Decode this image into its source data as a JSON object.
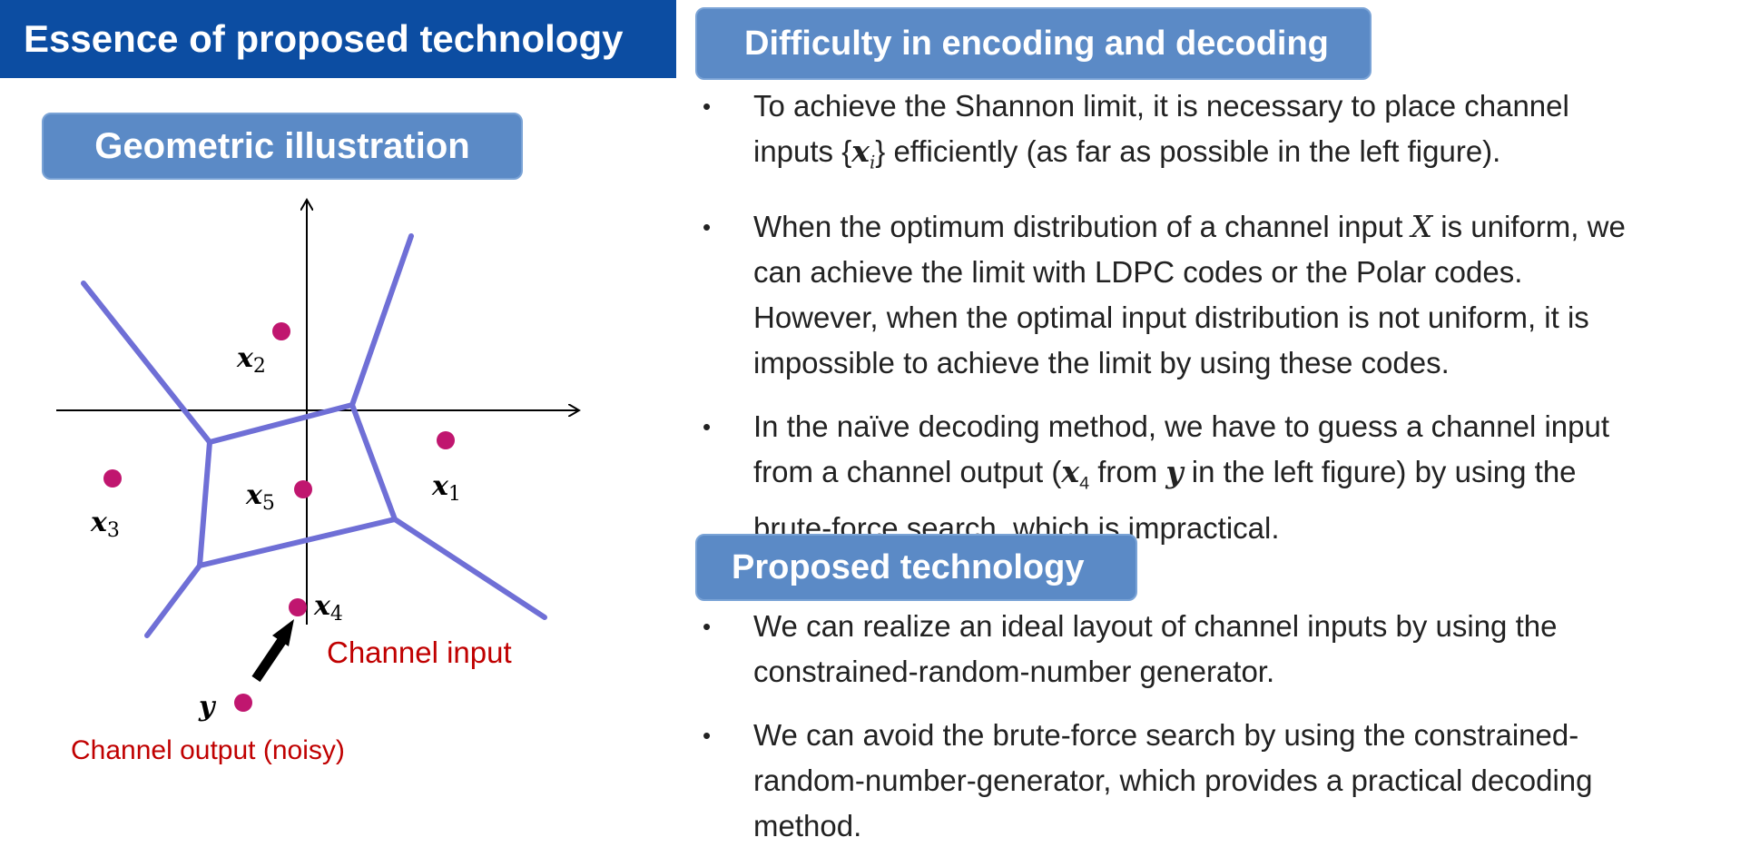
{
  "header": {
    "title": "Essence of proposed technology"
  },
  "left_panel": {
    "heading": "Geometric illustration",
    "points": {
      "x1": {
        "var": "x",
        "sub": "1"
      },
      "x2": {
        "var": "x",
        "sub": "2"
      },
      "x3": {
        "var": "x",
        "sub": "3"
      },
      "x4": {
        "var": "x",
        "sub": "4"
      },
      "x5": {
        "var": "x",
        "sub": "5"
      },
      "y": {
        "var": "y"
      }
    },
    "labels": {
      "channel_input": "Channel input",
      "channel_output": "Channel output (noisy)"
    },
    "colors": {
      "boundary": "#6f6fd6",
      "point": "#c0166f",
      "label_red": "#c00000",
      "axis": "#000000"
    }
  },
  "difficulty": {
    "heading": "Difficulty in encoding and decoding",
    "bullets": [
      {
        "l1": "To achieve the Shannon limit, it is necessary to place channel",
        "l2a": "inputs {",
        "l2var": "x",
        "l2sub": "i",
        "l2b": "} efficiently (as far as possible in the left figure)."
      },
      {
        "l1a": "When the optimum distribution of a channel input ",
        "l1var": "X",
        "l1b": "  is uniform, we",
        "l2": "can achieve the limit with LDPC codes or the Polar codes.",
        "l3": "However, when the optimal input distribution is not uniform, it is",
        "l4": "impossible to achieve the limit by using these codes."
      },
      {
        "l1": "In the naïve decoding method, we have to guess a channel input",
        "l2a": "from a channel output (",
        "l2var": "x",
        "l2sub": "4",
        "l2b": " from ",
        "l2var2": "y",
        "l2c": "  in the left figure) by using the",
        "l3": "brute-force search, which is impractical."
      }
    ]
  },
  "proposed": {
    "heading": "Proposed technology",
    "bullets": [
      {
        "l1": "We can realize an ideal layout of channel inputs by using the",
        "l2": "constrained-random-number generator."
      },
      {
        "l1": "We can avoid the brute-force search by using the constrained-",
        "l2": "random-number-generator, which provides a practical decoding",
        "l3": "method."
      }
    ]
  },
  "bullet_symbol": "•"
}
